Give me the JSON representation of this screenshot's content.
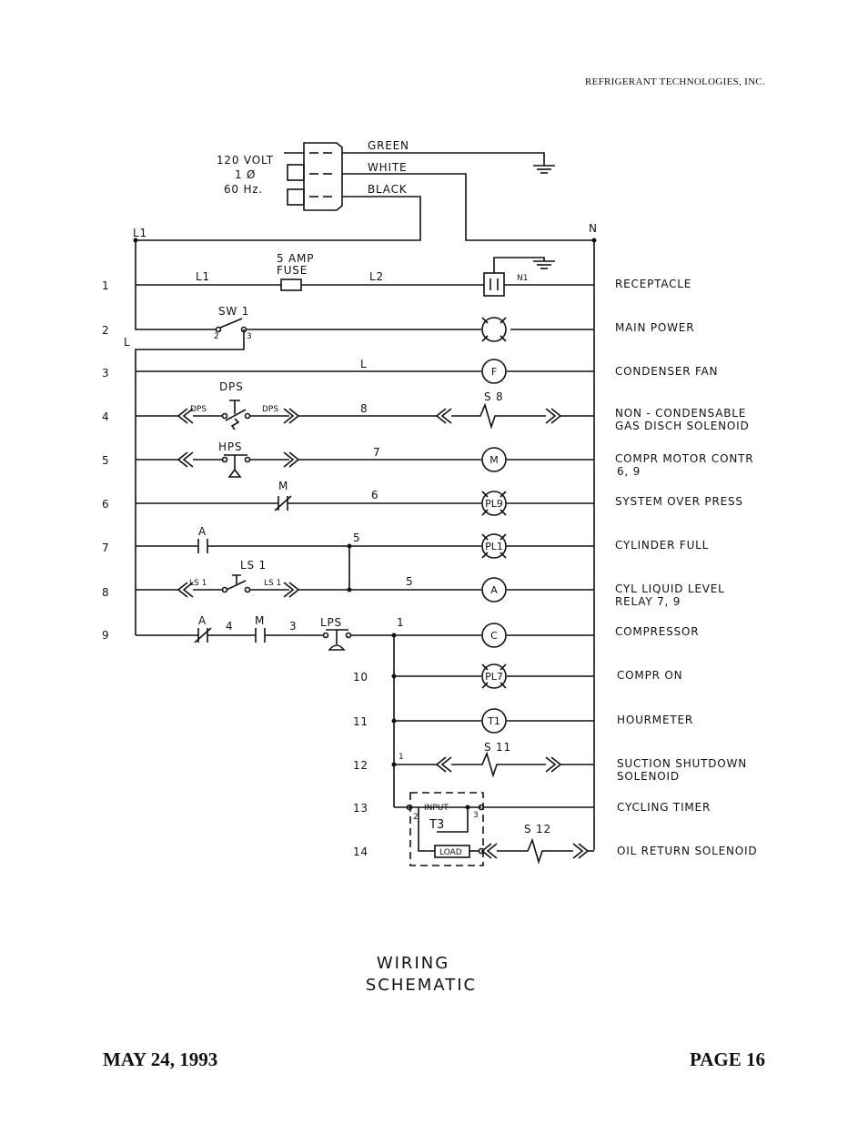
{
  "header": {
    "company": "REFRIGERANT TECHNOLOGIES, INC."
  },
  "footer": {
    "date": "MAY 24, 1993",
    "page": "PAGE 16"
  },
  "title": {
    "line1": "WIRING",
    "line2": "SCHEMATIC"
  },
  "power": {
    "voltage": "120 VOLT",
    "phase": "1 Ø",
    "freq": "60 Hz.",
    "wires": [
      "GREEN",
      "WHITE",
      "BLACK"
    ],
    "l1": "L1",
    "n": "N",
    "l": "L",
    "fuse_line1": "5 AMP",
    "fuse_line2": "FUSE",
    "fuse_left": "L1",
    "fuse_right": "L2",
    "n1": "N1"
  },
  "rungs": [
    {
      "num": "1",
      "label": "RECEPTACLE"
    },
    {
      "num": "2",
      "label": "MAIN POWER"
    },
    {
      "num": "3",
      "label": "CONDENSER FAN"
    },
    {
      "num": "4",
      "label": "NON - CONDENSABLE",
      "label2": "GAS DISCH SOLENOID"
    },
    {
      "num": "5",
      "label": "COMPR MOTOR CONTR",
      "label2": "6, 9"
    },
    {
      "num": "6",
      "label": "SYSTEM OVER PRESS"
    },
    {
      "num": "7",
      "label": "CYLINDER FULL"
    },
    {
      "num": "8",
      "label": "CYL LIQUID LEVEL",
      "label2": "RELAY     7, 9"
    },
    {
      "num": "9",
      "label": "COMPRESSOR"
    },
    {
      "num": "10",
      "label": "COMPR ON"
    },
    {
      "num": "11",
      "label": "HOURMETER"
    },
    {
      "num": "12",
      "label": "SUCTION SHUTDOWN",
      "label2": "SOLENOID"
    },
    {
      "num": "13",
      "label": "CYCLING TIMER"
    },
    {
      "num": "14",
      "label": "OIL RETURN SOLENOID"
    }
  ],
  "loads": [
    "F",
    "M",
    "PL9",
    "PL1",
    "A",
    "C",
    "PL7",
    "T1"
  ],
  "devices": {
    "sw1": "SW 1",
    "dps": "DPS",
    "hps": "HPS",
    "m": "M",
    "a": "A",
    "ls1": "LS 1",
    "lps": "LPS",
    "s8": "S 8",
    "s11": "S 11",
    "s12": "S 12",
    "t3": "T3",
    "input": "INPUT",
    "load": "LOAD"
  },
  "wire_numbers": [
    "L",
    "8",
    "7",
    "6",
    "5",
    "5",
    "4",
    "3",
    "1"
  ],
  "terminals": [
    "1",
    "2",
    "3",
    "4",
    "6",
    "7",
    "9"
  ]
}
